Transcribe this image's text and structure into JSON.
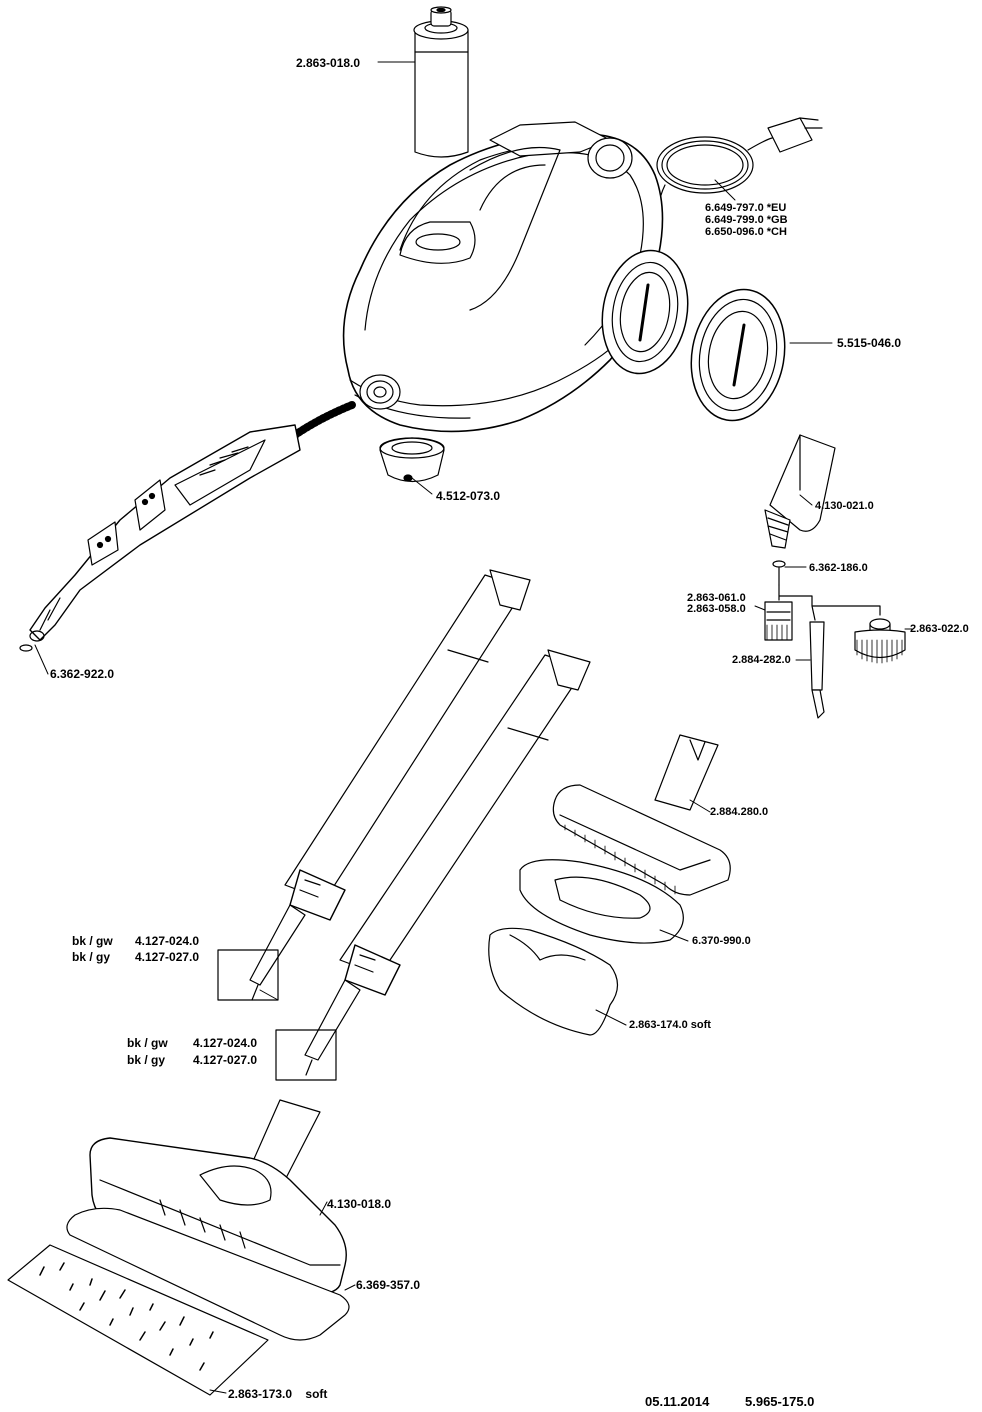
{
  "parts": {
    "water_tank": "2.863-018.0",
    "power_cable": [
      "6.649-797.0 *EU",
      "6.649-799.0 *GB",
      "6.650-096.0 *CH"
    ],
    "wheel": "5.515-046.0",
    "cap": "4.512-073.0",
    "hand_gun_oring": "6.362-922.0",
    "point_jet_nozzle": "4.130-021.0",
    "oring": "6.362-186.0",
    "small_brush": [
      "2.863-061.0",
      "2.863-058.0"
    ],
    "round_brush": "2.863-022.0",
    "power_nozzle": "2.884-282.0",
    "hand_nozzle": "2.884.280.0",
    "terry_cover": "6.370-990.0",
    "cover_soft": "2.863-174.0 soft",
    "extension_tube_1": {
      "codes": [
        "bk / gw",
        "bk / gy"
      ],
      "numbers": [
        "4.127-024.0",
        "4.127-027.0"
      ]
    },
    "extension_tube_2": {
      "codes": [
        "bk / gw",
        "bk / gy"
      ],
      "numbers": [
        "4.127-024.0",
        "4.127-027.0"
      ]
    },
    "floor_nozzle": "4.130-018.0",
    "floor_cloth": "6.369-357.0",
    "floor_cloth_soft": "2.863-173.0    soft"
  },
  "footer": {
    "date": "05.11.2014",
    "doc_number": "5.965-175.0"
  }
}
